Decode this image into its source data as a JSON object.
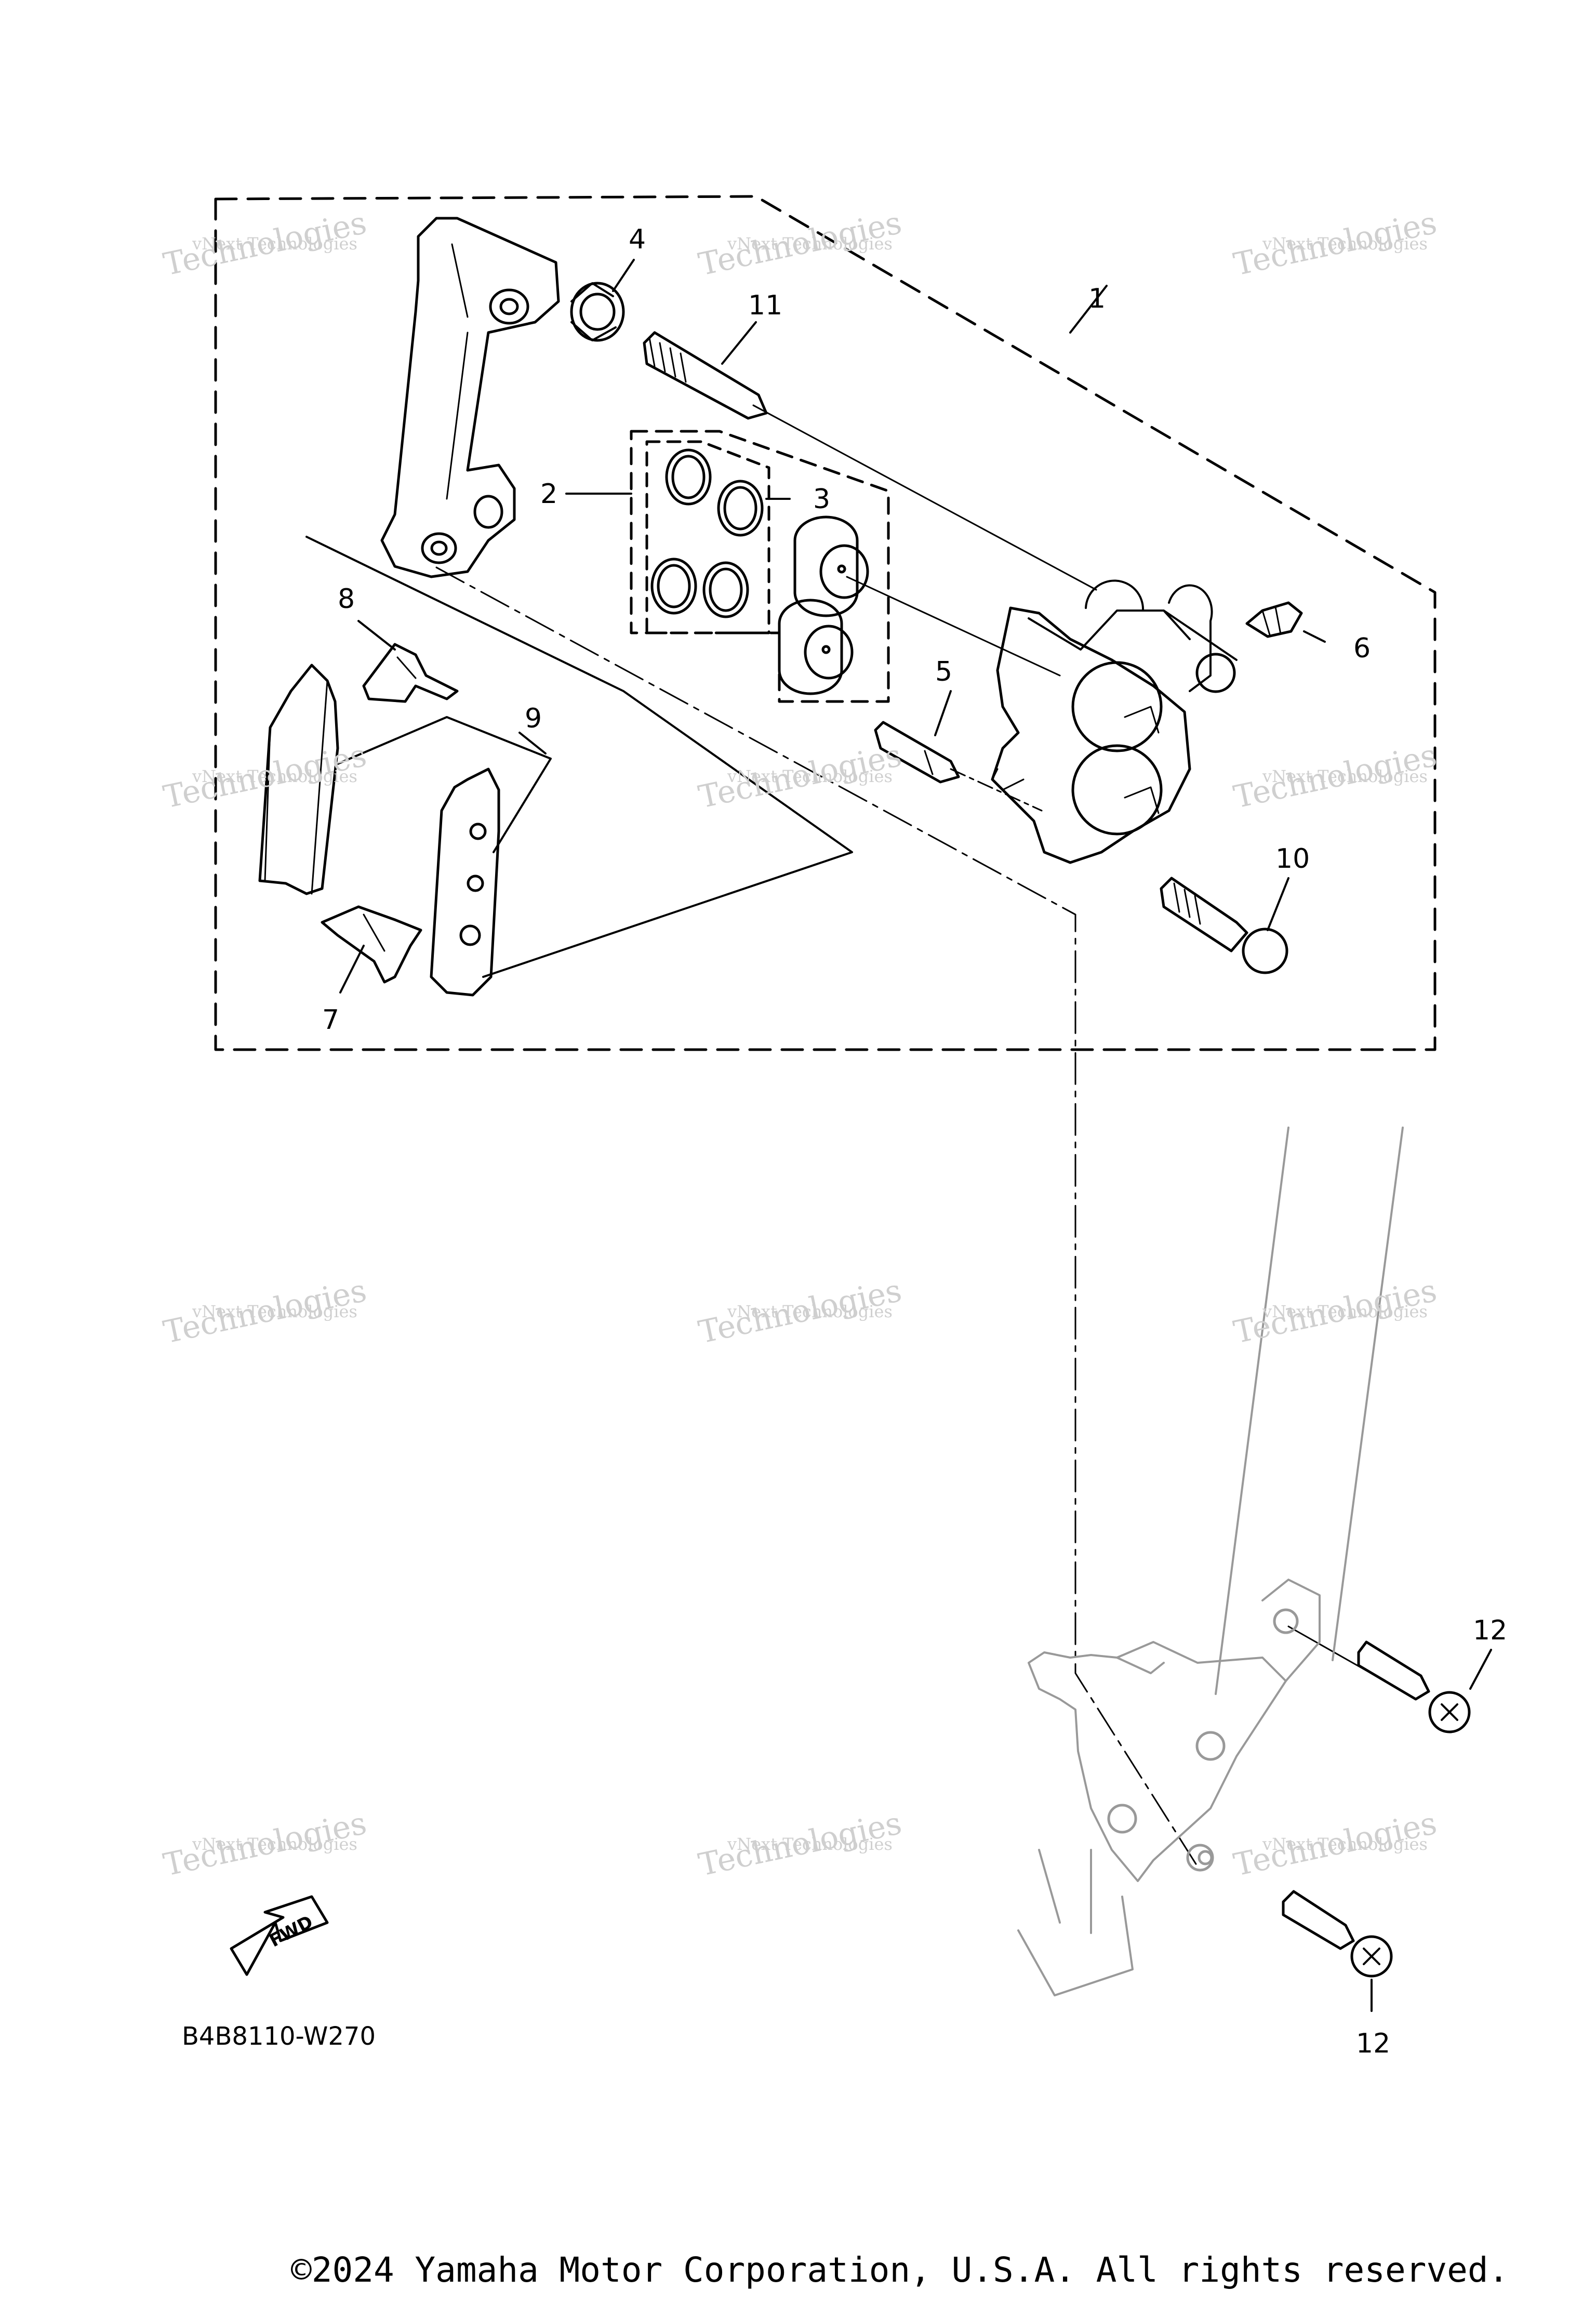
{
  "diagram": {
    "callouts": [
      {
        "id": "c1",
        "label": "1"
      },
      {
        "id": "c2",
        "label": "2"
      },
      {
        "id": "c3",
        "label": "3"
      },
      {
        "id": "c4",
        "label": "4"
      },
      {
        "id": "c5",
        "label": "5"
      },
      {
        "id": "c6",
        "label": "6"
      },
      {
        "id": "c7",
        "label": "7"
      },
      {
        "id": "c8",
        "label": "8"
      },
      {
        "id": "c9",
        "label": "9"
      },
      {
        "id": "c10",
        "label": "10"
      },
      {
        "id": "c11",
        "label": "11"
      },
      {
        "id": "c12a",
        "label": "12"
      },
      {
        "id": "c12b",
        "label": "12"
      }
    ],
    "fwd_label": "FWD",
    "diagram_code": "B4B8110-W270",
    "watermark_line1": "vNext Technologies",
    "watermark_line2": "Technologies",
    "watermark_mark": "vNext"
  },
  "footer": {
    "copyright": "©2024 Yamaha Motor Corporation, U.S.A. All rights reserved."
  }
}
